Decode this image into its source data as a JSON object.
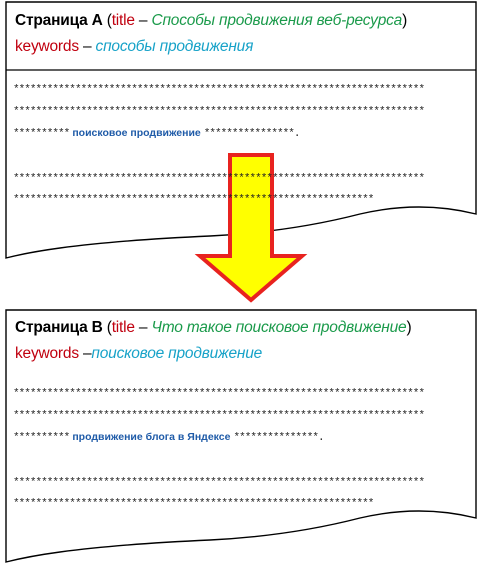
{
  "pages": [
    {
      "heading": "Страница А",
      "title_key": "title",
      "dash": " – ",
      "title_value": "Способы продвижения веб-ресурса",
      "keywords_key": "keywords",
      "keywords_dash": " – ",
      "keywords_value": "способы продвижения",
      "stars_full": "*************************************************************************",
      "stars_lead": "**********",
      "keyword_phrase": "поисковое продвижение",
      "stars_trail": "****************.",
      "stars_line4": "*************************************************************************",
      "stars_line5": "****************************************************************"
    },
    {
      "heading": "Страница В",
      "title_key": "title",
      "dash": " – ",
      "title_value": "Что такое поисковое продвижение",
      "keywords_key": "keywords",
      "keywords_dash": " –",
      "keywords_value": "поисковое продвижение",
      "stars_full": "*************************************************************************",
      "stars_lead": "**********",
      "keyword_phrase": "продвижение блога в Яндексе",
      "stars_trail": "***************.",
      "stars_line4": "*************************************************************************",
      "stars_line5": "****************************************************************"
    }
  ],
  "colors": {
    "arrow_fill": "#ffff00",
    "arrow_stroke": "#e8231f",
    "label_red": "#c0000f",
    "title_green": "#1a9a4a",
    "keywords_cyan": "#17a2c8",
    "keyword_blue": "#1f5ba8"
  }
}
